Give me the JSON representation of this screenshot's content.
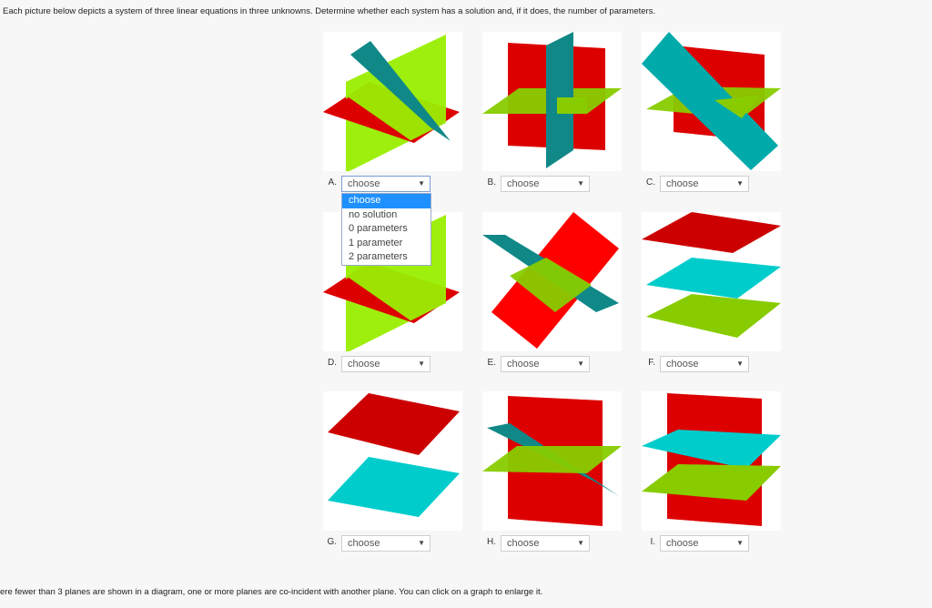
{
  "instructions": "Each picture below depicts a system of three linear equations in three unknowns. Determine whether each system has a solution and, if it does, the number of parameters.",
  "footnote": "ere fewer than 3 planes are shown in a diagram, one or more planes are co-incident with another plane. You can click on a graph to enlarge it.",
  "colors": {
    "red": "#dd0000",
    "lime": "#99ee00",
    "green": "#88cc00",
    "teal": "#118888",
    "cyan": "#00cccc"
  },
  "dropdown_options": [
    "choose",
    "no solution",
    "0 parameters",
    "1 parameter",
    "2 parameters"
  ],
  "items": [
    {
      "letter": "A.",
      "selected": "choose"
    },
    {
      "letter": "B.",
      "selected": "choose"
    },
    {
      "letter": "C.",
      "selected": "choose"
    },
    {
      "letter": "D.",
      "selected": "choose"
    },
    {
      "letter": "E.",
      "selected": "choose"
    },
    {
      "letter": "F.",
      "selected": "choose"
    },
    {
      "letter": "G.",
      "selected": "choose"
    },
    {
      "letter": "H.",
      "selected": "choose"
    },
    {
      "letter": "I.",
      "selected": "choose"
    }
  ],
  "caret_icon": "triangle-down-icon"
}
